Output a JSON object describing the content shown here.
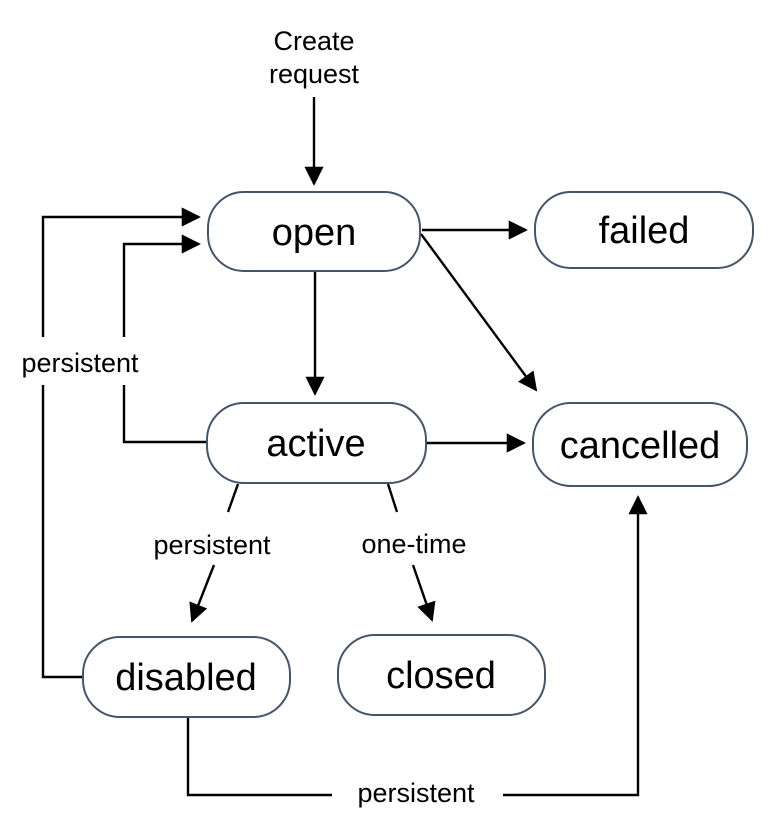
{
  "diagram_type": "state-transition-diagram",
  "colors": {
    "node_border": "#44546A",
    "arrow": "#000000",
    "text": "#000000",
    "background": "#ffffff"
  },
  "nodes": {
    "open": "open",
    "failed": "failed",
    "active": "active",
    "cancelled": "cancelled",
    "disabled": "disabled",
    "closed": "closed"
  },
  "edge_labels": {
    "create_line1": "Create",
    "create_line2": "request",
    "left_loop": "persistent",
    "active_to_disabled": "persistent",
    "active_to_closed": "one-time",
    "bottom_loop": "persistent"
  },
  "transitions": [
    {
      "from": "(start)",
      "to": "open",
      "label": "Create request"
    },
    {
      "from": "open",
      "to": "failed",
      "label": ""
    },
    {
      "from": "open",
      "to": "cancelled",
      "label": ""
    },
    {
      "from": "open",
      "to": "active",
      "label": ""
    },
    {
      "from": "active",
      "to": "open",
      "label": "persistent"
    },
    {
      "from": "active",
      "to": "cancelled",
      "label": ""
    },
    {
      "from": "active",
      "to": "disabled",
      "label": "persistent"
    },
    {
      "from": "active",
      "to": "closed",
      "label": "one-time"
    },
    {
      "from": "disabled",
      "to": "open",
      "label": "persistent"
    },
    {
      "from": "disabled",
      "to": "cancelled",
      "label": "persistent"
    }
  ]
}
